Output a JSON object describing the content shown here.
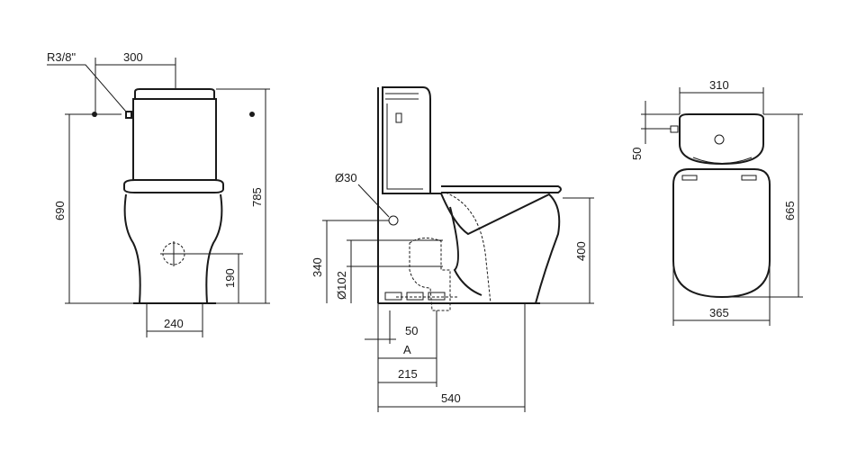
{
  "front_view": {
    "connection_label": "R3/8\"",
    "dim_inlet_offset": "300",
    "dim_inlet_height": "690",
    "dim_total_height": "785",
    "dim_base_width": "240",
    "dim_outlet_height": "190"
  },
  "side_view": {
    "dim_inlet_diameter": "Ø30",
    "dim_outlet_diameter": "Ø102",
    "dim_inlet_level": "340",
    "dim_bowl_height": "400",
    "dim_outlet_min": "50",
    "dim_outlet_var": "A",
    "dim_outlet_max": "215",
    "dim_total_depth": "540"
  },
  "top_view": {
    "dim_cistern_width": "310",
    "dim_inlet_setback": "50",
    "dim_total_length": "665",
    "dim_bowl_width": "365"
  },
  "colors": {
    "line": "#1a1a1a",
    "background": "#ffffff"
  }
}
